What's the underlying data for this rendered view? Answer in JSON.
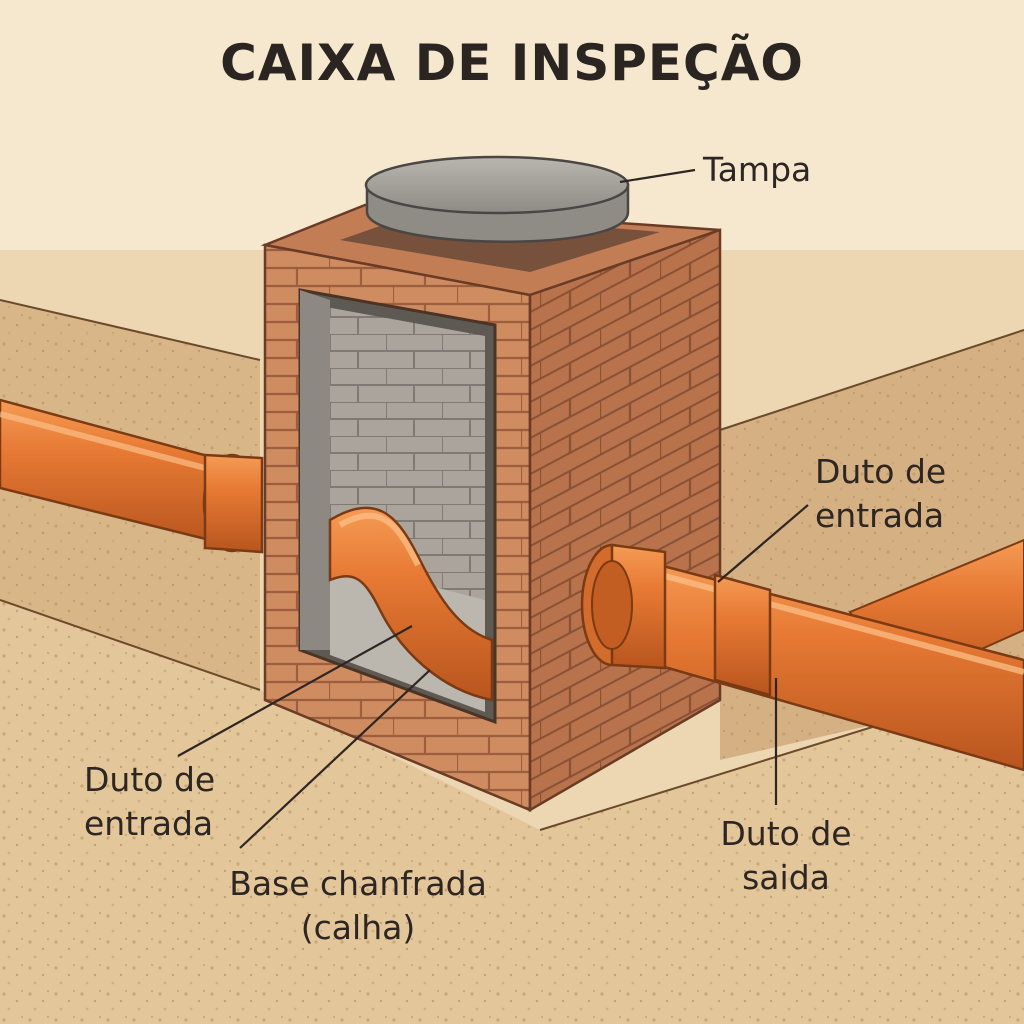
{
  "title": "CAIXA DE INSPEÇÃO",
  "labels": {
    "tampa": "Tampa",
    "duto_entrada_right_l1": "Duto de",
    "duto_entrada_right_l2": "entrada",
    "duto_entrada_left_l1": "Duto de",
    "duto_entrada_left_l2": "entrada",
    "base_l1": "Base chanfrada",
    "base_l2": "(calha)",
    "duto_saida_l1": "Duto de",
    "duto_saida_l2": "saida"
  },
  "colors": {
    "background": "#f6e8cf",
    "ground": "#dcbd8f",
    "brick": "#c8855a",
    "mortar": "#a8664a",
    "pipe": "#e47a35",
    "lid": "#a9a6a0",
    "text": "#2d2622"
  }
}
